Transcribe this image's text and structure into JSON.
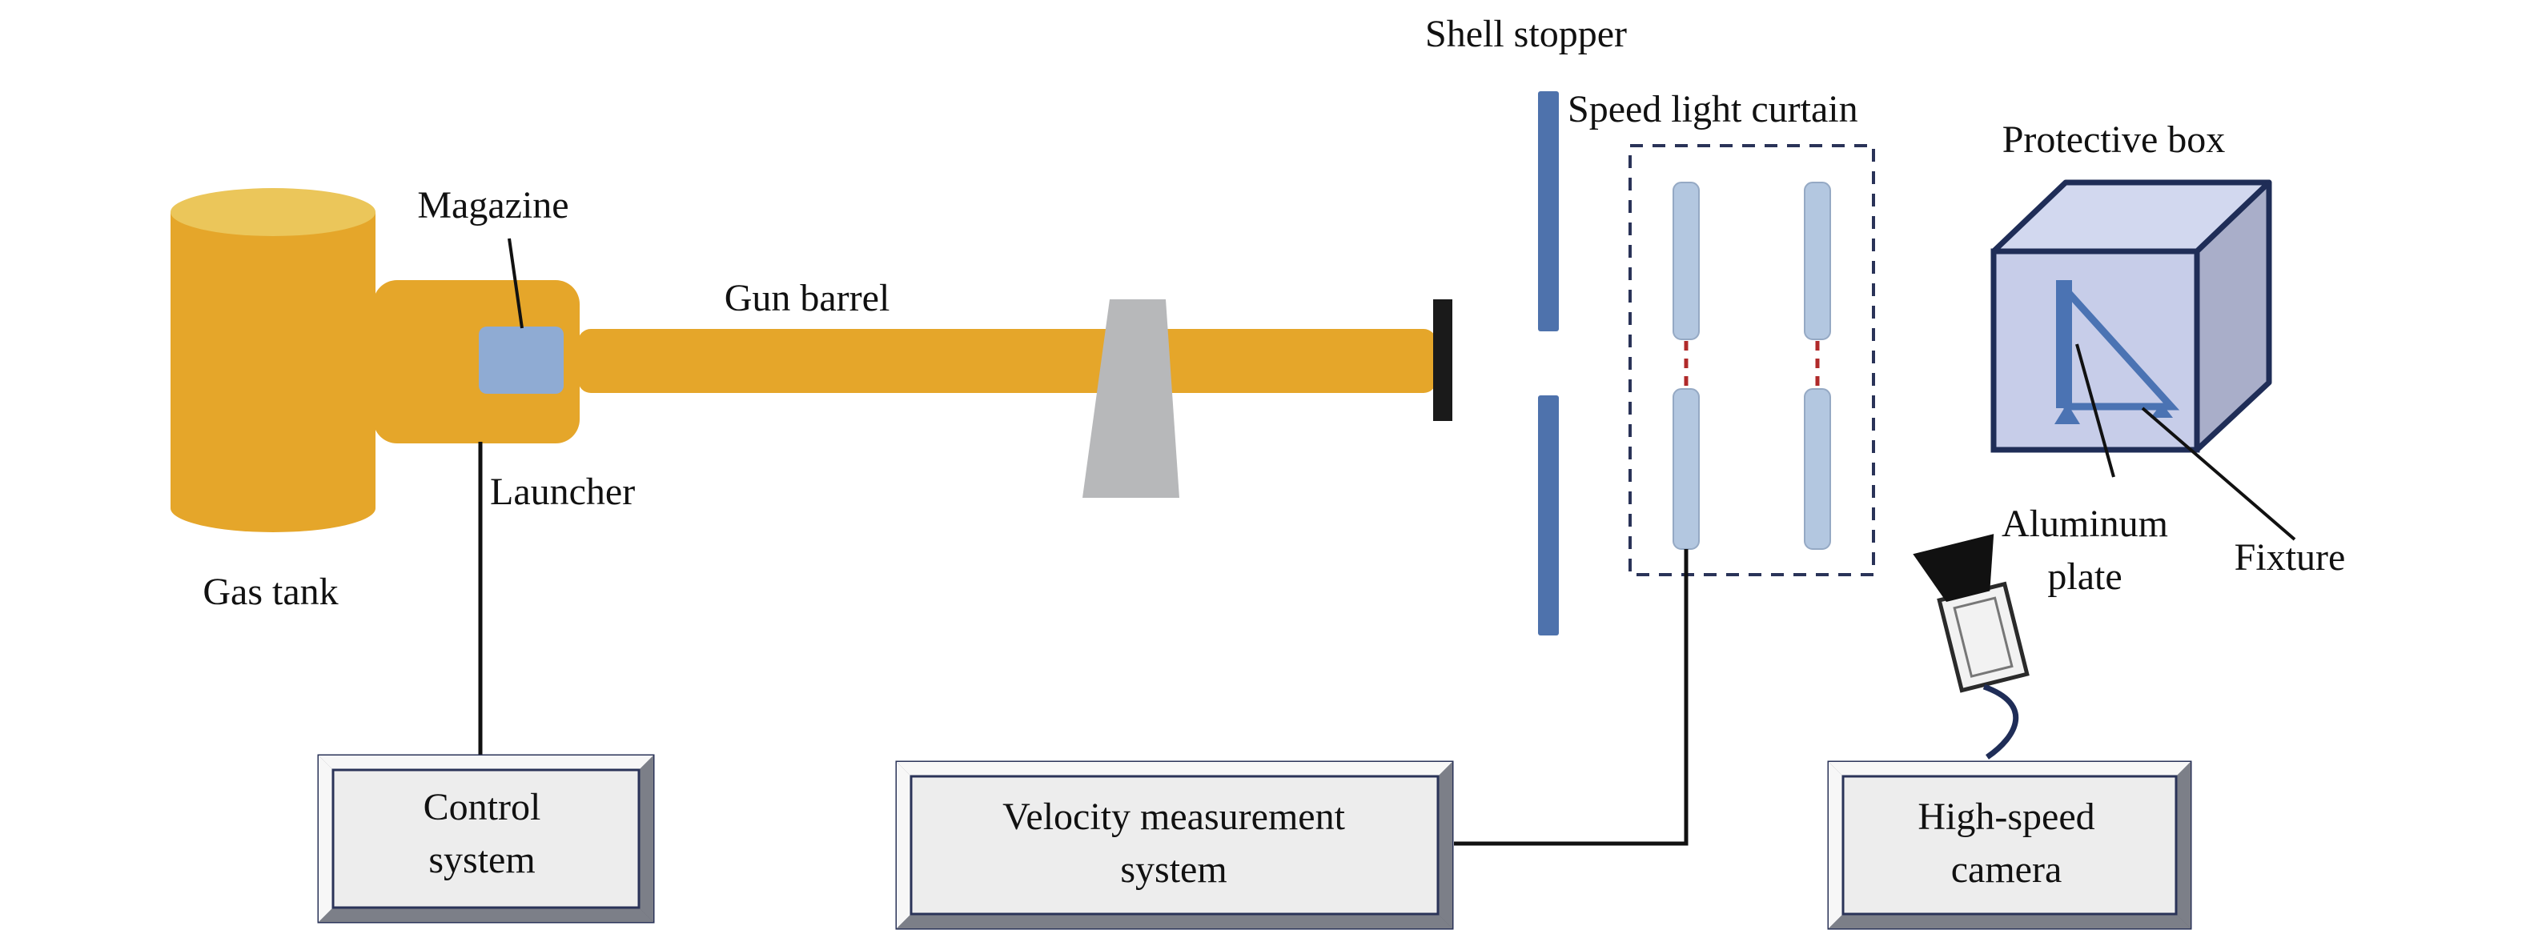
{
  "labels": {
    "gas_tank": "Gas tank",
    "magazine": "Magazine",
    "gun_barrel": "Gun barrel",
    "launcher": "Launcher",
    "shell_stopper": "Shell stopper",
    "speed_light_curtain": "Speed light curtain",
    "protective_box": "Protective box",
    "aluminum_plate": [
      "Aluminum",
      "plate"
    ],
    "fixture": "Fixture",
    "control_system": [
      "Control",
      "system"
    ],
    "velocity_measurement_system": [
      "Velocity measurement",
      "system"
    ],
    "high_speed_camera": [
      "High-speed",
      "camera"
    ]
  },
  "colors": {
    "gas_tank": "#e5a62a",
    "gas_tank_top": "#ebc65a",
    "magazine": "#8fabd3",
    "barrel_support": "#b7b8ba",
    "muzzle": "#1a1a1a",
    "shell_stopper": "#4e72ac",
    "light_curtain_bar": "#b3c7e0",
    "beam": "#b02a2a",
    "box_front": "#c7cde9",
    "box_side": "#a9aec9",
    "box_top": "#d2d8ef",
    "box_edge": "#1f2d57",
    "fixture": "#4b73b3",
    "panel_face": "#ededed",
    "panel_bevel_light": "#f7f7f7",
    "panel_bevel_dark": "#7c7f88",
    "panel_edge": "#2a3358",
    "camera_body": "#f2f2f2",
    "camera_lens": "#111111"
  },
  "icons": {
    "gas_tank": "cylinder",
    "launcher": "rounded-block",
    "magazine": "rounded-square",
    "gun_barrel": "horizontal-tube",
    "barrel_support": "trapezoid-stand",
    "shell_stopper": "vertical-plates",
    "speed_light_curtain": "sensor-bars-with-beams",
    "protective_box": "3d-cube",
    "fixture": "triangle-frame",
    "high_speed_camera": "camera-icon",
    "control_system": "beveled-panel",
    "velocity_measurement_system": "beveled-panel",
    "high_speed_camera_unit": "beveled-panel"
  }
}
